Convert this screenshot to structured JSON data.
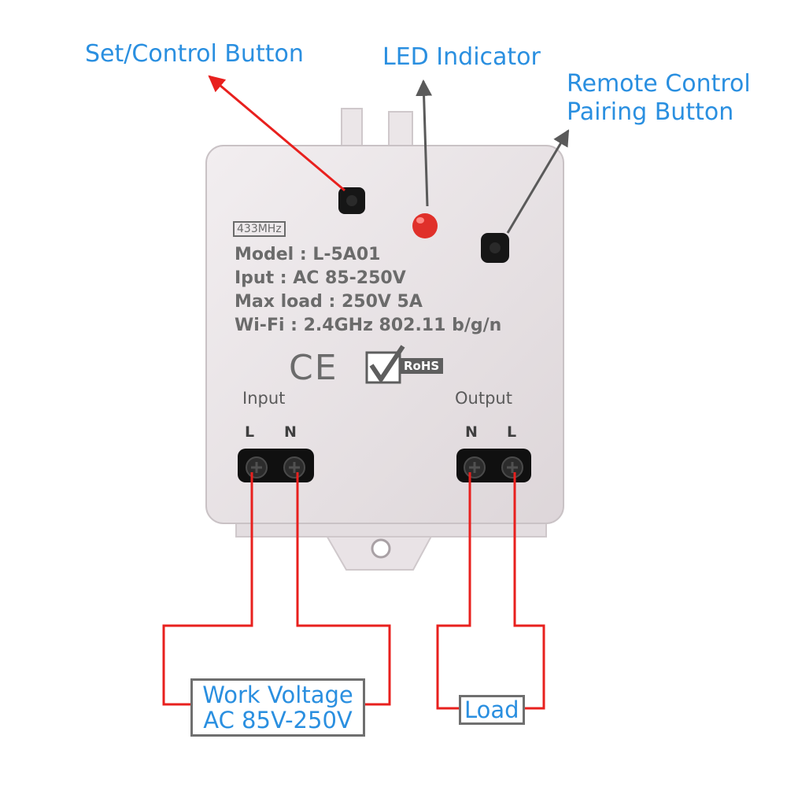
{
  "callouts": {
    "set_button": "Set/Control Button",
    "led": "LED Indicator",
    "pairing_line1": "Remote Control",
    "pairing_line2": "Pairing Button"
  },
  "device": {
    "frequency": "433MHz",
    "model": "Model : L-5A01",
    "input_spec": "Iput : AC 85-250V",
    "max_load": "Max load : 250V 5A",
    "wifi": "Wi-Fi : 2.4GHz 802.11 b/g/n",
    "ce_mark": "CE",
    "rohs_mark": "RoHS",
    "input_label": "Input",
    "output_label": "Output",
    "input_terminals": [
      "L",
      "N"
    ],
    "output_terminals": [
      "N",
      "L"
    ]
  },
  "boxes": {
    "work_voltage_line1": "Work Voltage",
    "work_voltage_line2": "AC 85V-250V",
    "load": "Load"
  },
  "colors": {
    "callout_text": "#2a8fe0",
    "red_wire": "#e8201e",
    "grey_arrow": "#5a5a5a",
    "device_body": "#ece6e8",
    "led": "#e0302a"
  },
  "icons": [
    "rohs-checkmark-icon",
    "ce-mark-icon",
    "terminal-screw-icon"
  ]
}
